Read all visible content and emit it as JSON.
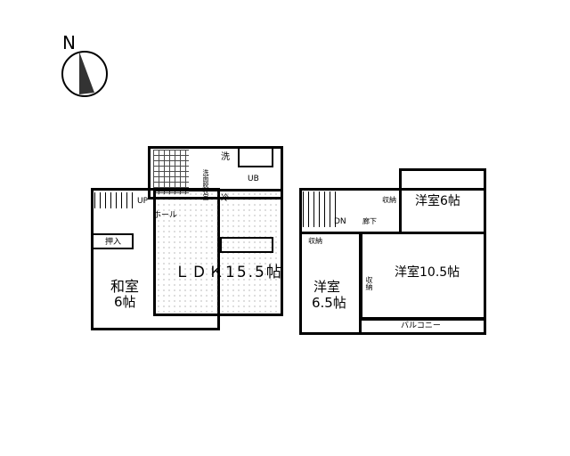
{
  "compass": {
    "label": "N"
  },
  "floor1": {
    "ldk": "ＬＤＫ15.5帖",
    "washitsu": "和室",
    "washitsu_size": "6帖",
    "oshiire": "押入",
    "hall": "ホール",
    "up": "UP",
    "ub": "UB",
    "wash": "洗",
    "senmen": "洗面脱衣室",
    "fridge": "冷"
  },
  "floor2": {
    "room1": "洋室6帖",
    "room2": "洋室10.5帖",
    "room3": "洋室",
    "room3_size": "6.5帖",
    "storage": "収納",
    "storage2": "収納",
    "storage3": "収納",
    "dn": "DN",
    "corridor": "廊下",
    "balcony": "バルコニー"
  }
}
